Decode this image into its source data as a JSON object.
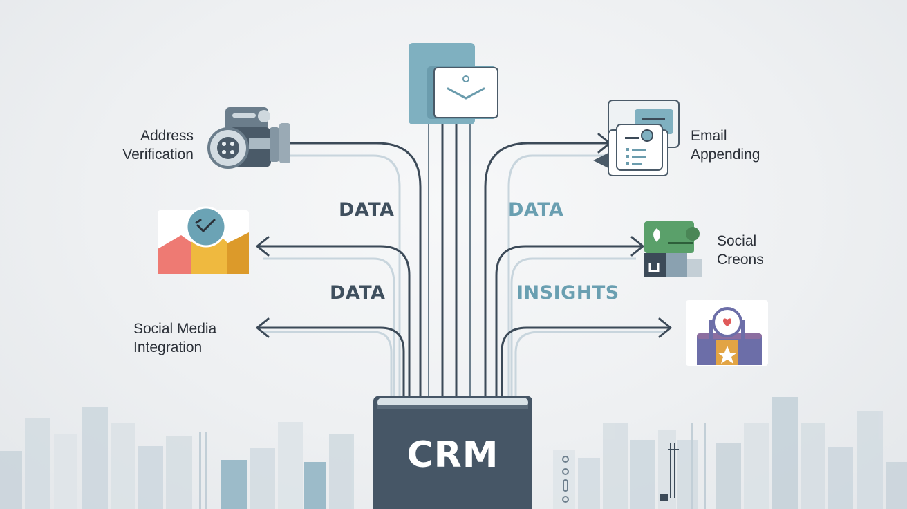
{
  "center": {
    "label": "CRM"
  },
  "left_labels": {
    "address_verification": [
      "Address",
      "Verification"
    ],
    "social_media_integration": [
      "Social Media",
      "Integration"
    ]
  },
  "right_labels": {
    "email_appending": [
      "Email",
      "Appending"
    ],
    "social_creons": [
      "Social",
      "Creons"
    ]
  },
  "flow_labels": {
    "data_left_top": "DATA",
    "data_left_bottom": "DATA",
    "data_right_top": "DATA",
    "insights": "INSIGHTS"
  },
  "colors": {
    "crm_box": "#465666",
    "dark_text": "#3f4f5e",
    "teal_text": "#6a9fb1",
    "line": "#3c4a58",
    "accent_teal": "#7fb0c0"
  },
  "icons": [
    "email-envelope-icon",
    "address-scanner-icon",
    "email-list-icon",
    "analytics-chart-icon",
    "social-map-icon",
    "social-badge-icon"
  ]
}
